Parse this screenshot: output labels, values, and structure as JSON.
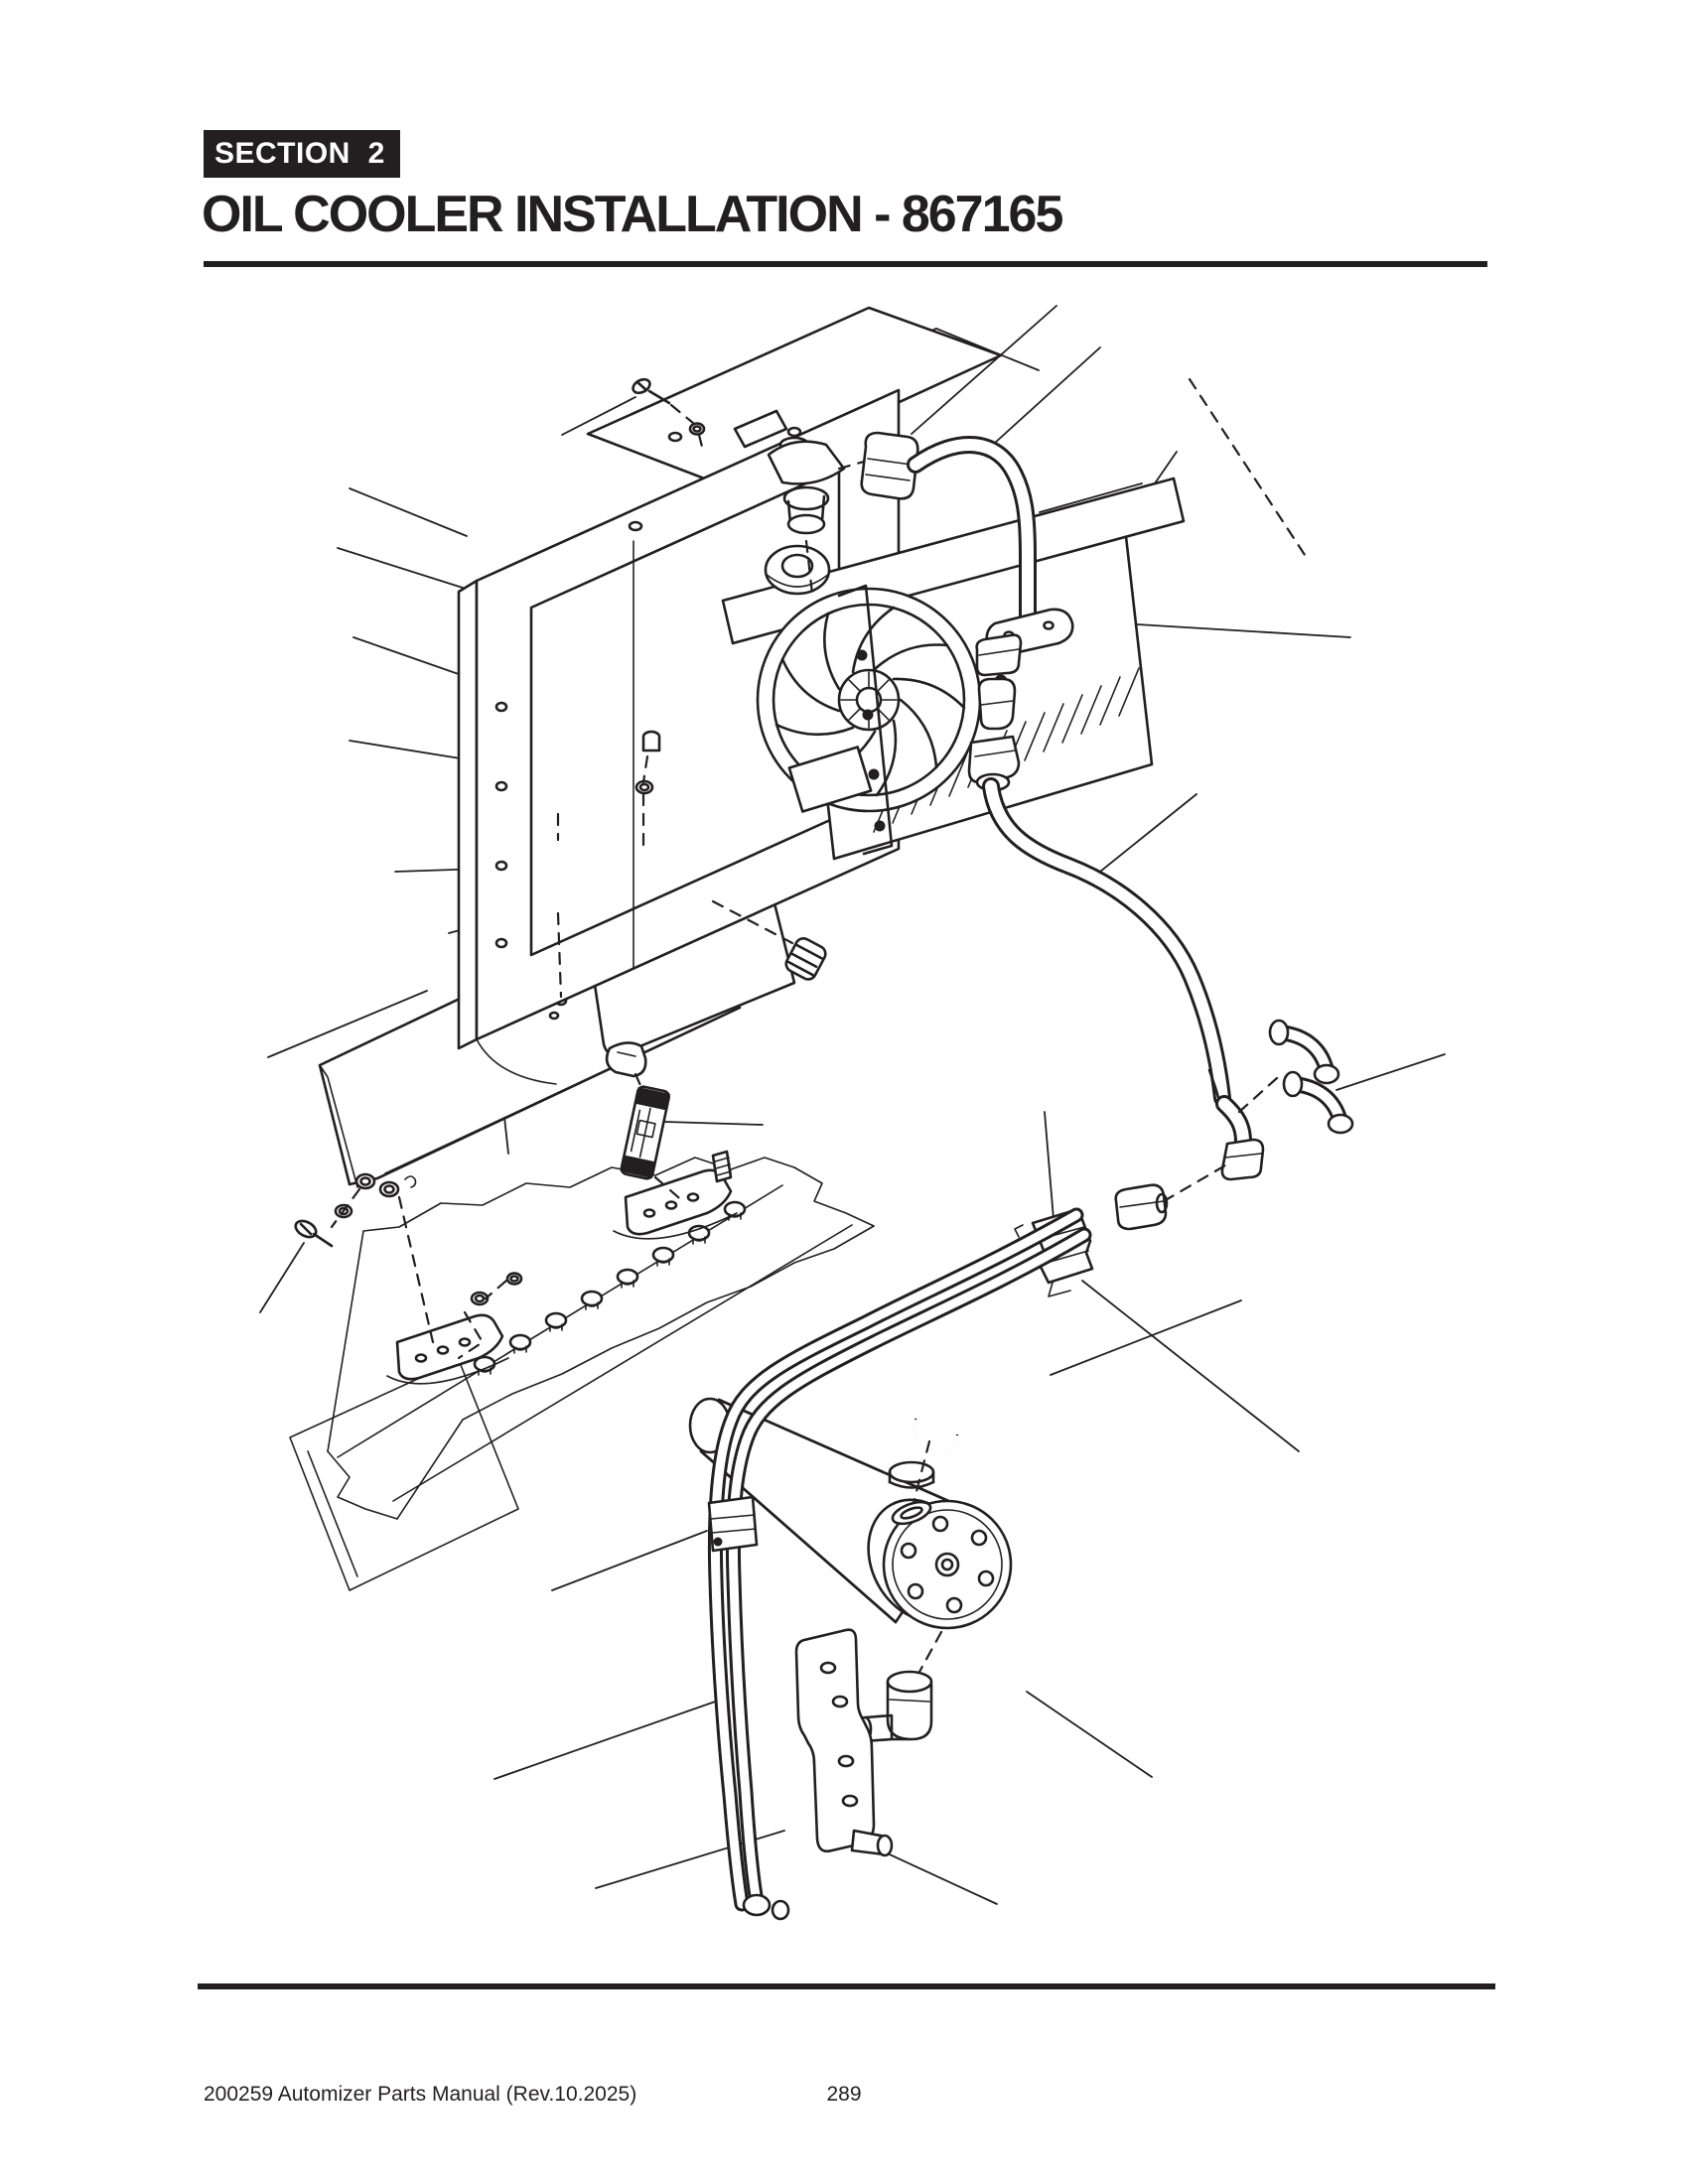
{
  "page": {
    "background": "#ffffff",
    "ink": "#231f20"
  },
  "header": {
    "section_label": "SECTION 2",
    "title": "OIL COOLER INSTALLATION - 867165"
  },
  "figure": {
    "description": "Exploded isometric line drawing of the oil cooler installation: radiator shroud with mounting plate and screws, oil cooler with electric fan, hydraulic hoses with elbow and nut fittings, mounting plate with rubber isolator mount, inline filter with clip, frame rail with flange nuts and saddle brackets, twin steel tubes with clamps, oil tank with bolted end flange and elbow fitting, and lower mounting bracket, all connected by leader and dashed alignment lines."
  },
  "footer": {
    "left_text": "200259 Automizer Parts Manual (Rev.10.2025)",
    "page_number": "289"
  }
}
